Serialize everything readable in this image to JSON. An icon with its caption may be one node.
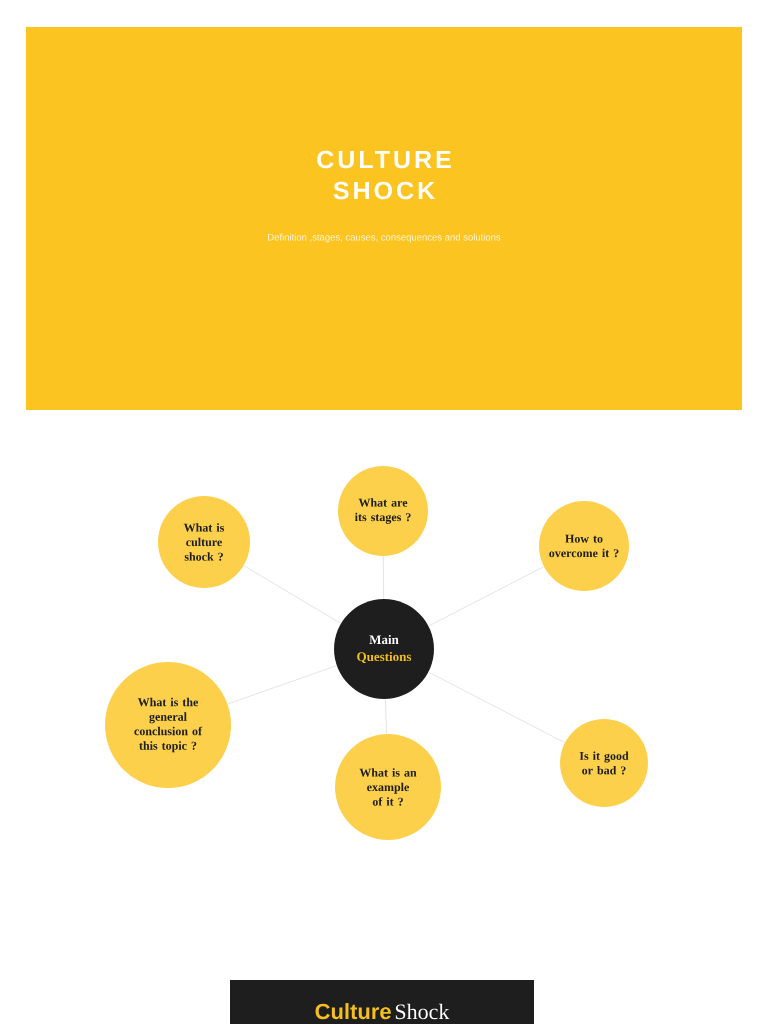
{
  "diagram": {
    "title": "CULTURE SHOCK",
    "nodes": [
      {
        "text": [
          "Main",
          "Questions"
        ]
      },
      {
        "text": [
          "What is culture shock ?"
        ]
      },
      {
        "text": [
          "What are its stages ?"
        ]
      },
      {
        "text": [
          "How to overcome it ?"
        ]
      },
      {
        "text": [
          "What is the general conclusion of this topic ?"
        ]
      },
      {
        "text": [
          "What is an example of it ?"
        ]
      },
      {
        "text": [
          "Is it good or bad ?"
        ]
      }
    ],
    "edges": [
      {
        "from": 0,
        "to": 1,
        "arrow": "none"
      },
      {
        "from": 0,
        "to": 2,
        "arrow": "none"
      },
      {
        "from": 0,
        "to": 3,
        "arrow": "none"
      },
      {
        "from": 0,
        "to": 4,
        "arrow": "none"
      },
      {
        "from": 0,
        "to": 5,
        "arrow": "none"
      },
      {
        "from": 0,
        "to": 6,
        "arrow": "none"
      }
    ],
    "labels": [
      "Definition ,stages, causes, consequences and solutions",
      "Culture",
      "Shock"
    ]
  }
}
